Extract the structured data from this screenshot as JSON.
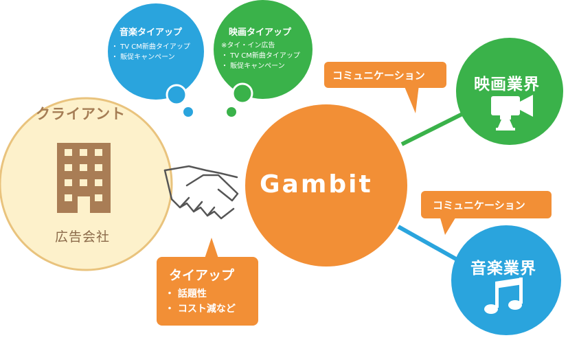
{
  "client": {
    "title": "クライアント",
    "subtitle": "広告会社"
  },
  "center": {
    "name": "Gambit"
  },
  "tieup_callout": {
    "title": "タイアップ",
    "lines": [
      "・ 話題性",
      "・ コスト減など"
    ]
  },
  "music_bubble": {
    "title": "音楽タイアップ",
    "lines": [
      "・ TV CM新曲タイアップ",
      "・ 販促キャンペーン"
    ]
  },
  "movie_bubble": {
    "title": "映画タイアップ",
    "lines": [
      "※タイ・イン広告",
      "・ TV CM新曲タイアップ",
      "・ 販促キャンペーン"
    ]
  },
  "comm_top": {
    "label": "コミュニケーション"
  },
  "comm_bottom": {
    "label": "コミュニケーション"
  },
  "movie_industry": {
    "label": "映画業界",
    "icon": "video-camera-icon"
  },
  "music_industry": {
    "label": "音楽業界",
    "icon": "music-note-icon"
  },
  "colors": {
    "orange": "#f28f36",
    "blue": "#2aa4dd",
    "green": "#3ab24a",
    "client_fill": "#fdf1cb",
    "client_stroke": "#e9c37d",
    "building": "#a97d55"
  }
}
